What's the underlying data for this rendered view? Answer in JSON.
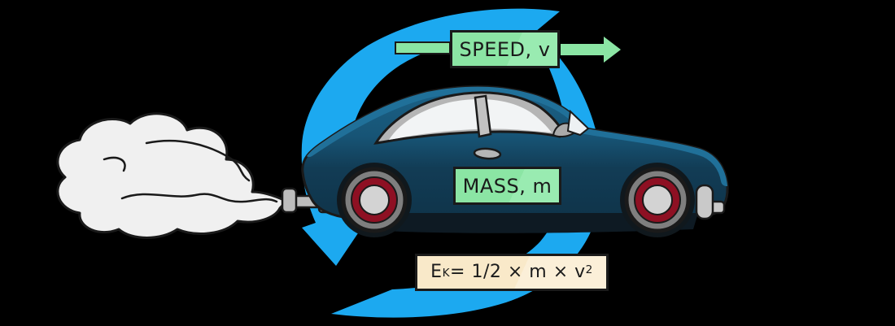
{
  "diagram": {
    "labels": {
      "speed": "SPEED, v",
      "mass": "MASS, m",
      "formula": {
        "base": "E",
        "sub": "K",
        "mid": " = 1/2 × m × v",
        "sup": "2"
      }
    },
    "colors": {
      "background": "#000000",
      "swirl_blue": "#1CA9F0",
      "label_green": "#8BE5A4",
      "formula_cream": "#F9E9C9",
      "car_body_dark": "#123C55",
      "car_body_light": "#1B5F86",
      "roof_highlight": "#207099",
      "wheel_red": "#8E1023",
      "tire_gray": "#7F7F7F",
      "hubcap_gray": "#D3D3D3",
      "smoke_gray": "#F0F0F0",
      "outline_dark": "#1A1A1A"
    }
  }
}
